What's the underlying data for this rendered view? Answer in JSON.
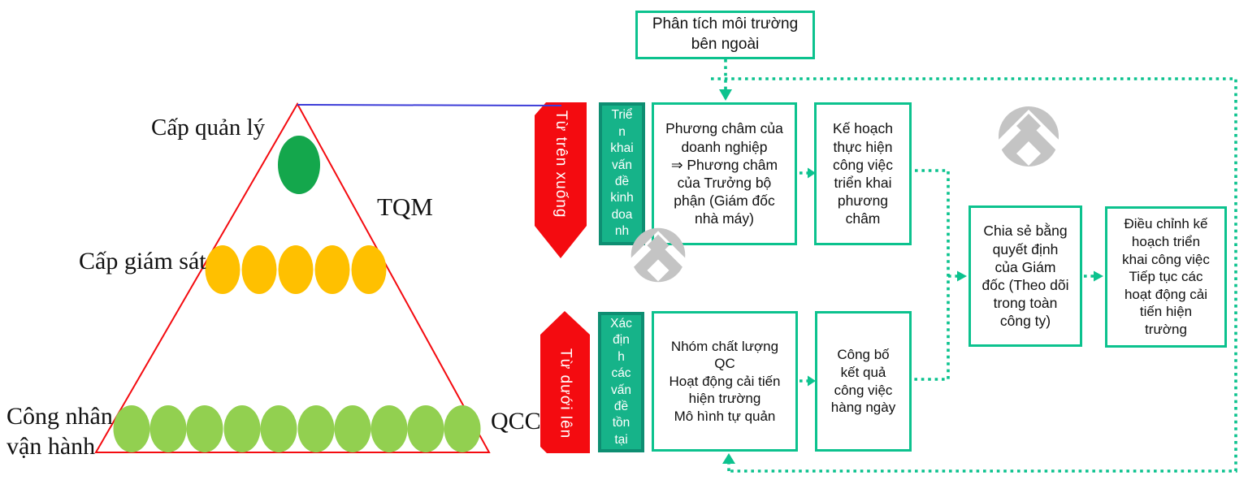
{
  "pyramid": {
    "labels": {
      "management": "Cấp quản lý",
      "tqm": "TQM",
      "supervision": "Cấp giám sát",
      "workers": "Công nhân\nvận hành",
      "qcc": "QCC"
    },
    "levels": [
      {
        "name": "management",
        "dot_count": 1,
        "dot_color": "#14a74c"
      },
      {
        "name": "supervision",
        "dot_count": 5,
        "dot_color": "#ffc000"
      },
      {
        "name": "workers",
        "dot_count": 10,
        "dot_color": "#92d050"
      }
    ]
  },
  "process_arrows": {
    "top_down": "Từ trên xuống",
    "bottom_up": "Từ dưới lên"
  },
  "steps": {
    "deploy": "Triể\nn\nkhai\nvấn\nđề\nkinh\ndoa\nnh",
    "identify": "Xác\nđịn\nh\ncác\nvấn\nđề\ntồn\ntại"
  },
  "flow": {
    "external": "Phân tích môi trường\nbên ngoài",
    "policy": "Phương châm của\ndoanh nghiệp\n⇒ Phương châm\ncủa Trưởng bộ\nphận (Giám đốc\nnhà máy)",
    "plan": "Kế hoạch\nthực hiện\ncông việc\ntriển khai\nphương\nchâm",
    "qc_group": "Nhóm chất lượng\nQC\nHoạt động cải tiến\nhiện trường\nMô hình tự quản",
    "announce": "Công bố\nkết quả\ncông việc\nhàng ngày",
    "share": "Chia sẻ bằng\nquyết định\ncủa Giám\nđốc (Theo dõi\ntrong toàn\ncông ty)",
    "adjust": "Điều chỉnh kế\nhoạch triển\nkhai công việc\nTiếp tục các\nhoạt động cải\ntiến hiện\ntrường"
  },
  "colors": {
    "flow_border": "#0cc28e",
    "connector": "#0cc28e",
    "step_fill": "#16b389",
    "step_border": "#0e8e72",
    "arrow_red": "#f40b10",
    "triangle_red": "#f40b10",
    "dot_green": "#14a74c",
    "dot_gold": "#ffc000",
    "dot_light_green": "#92d050",
    "link_blue": "#3d3dd8",
    "watermark_gray": "#c4c4c4",
    "text_dark": "#111111",
    "text_light": "#ffffff"
  }
}
